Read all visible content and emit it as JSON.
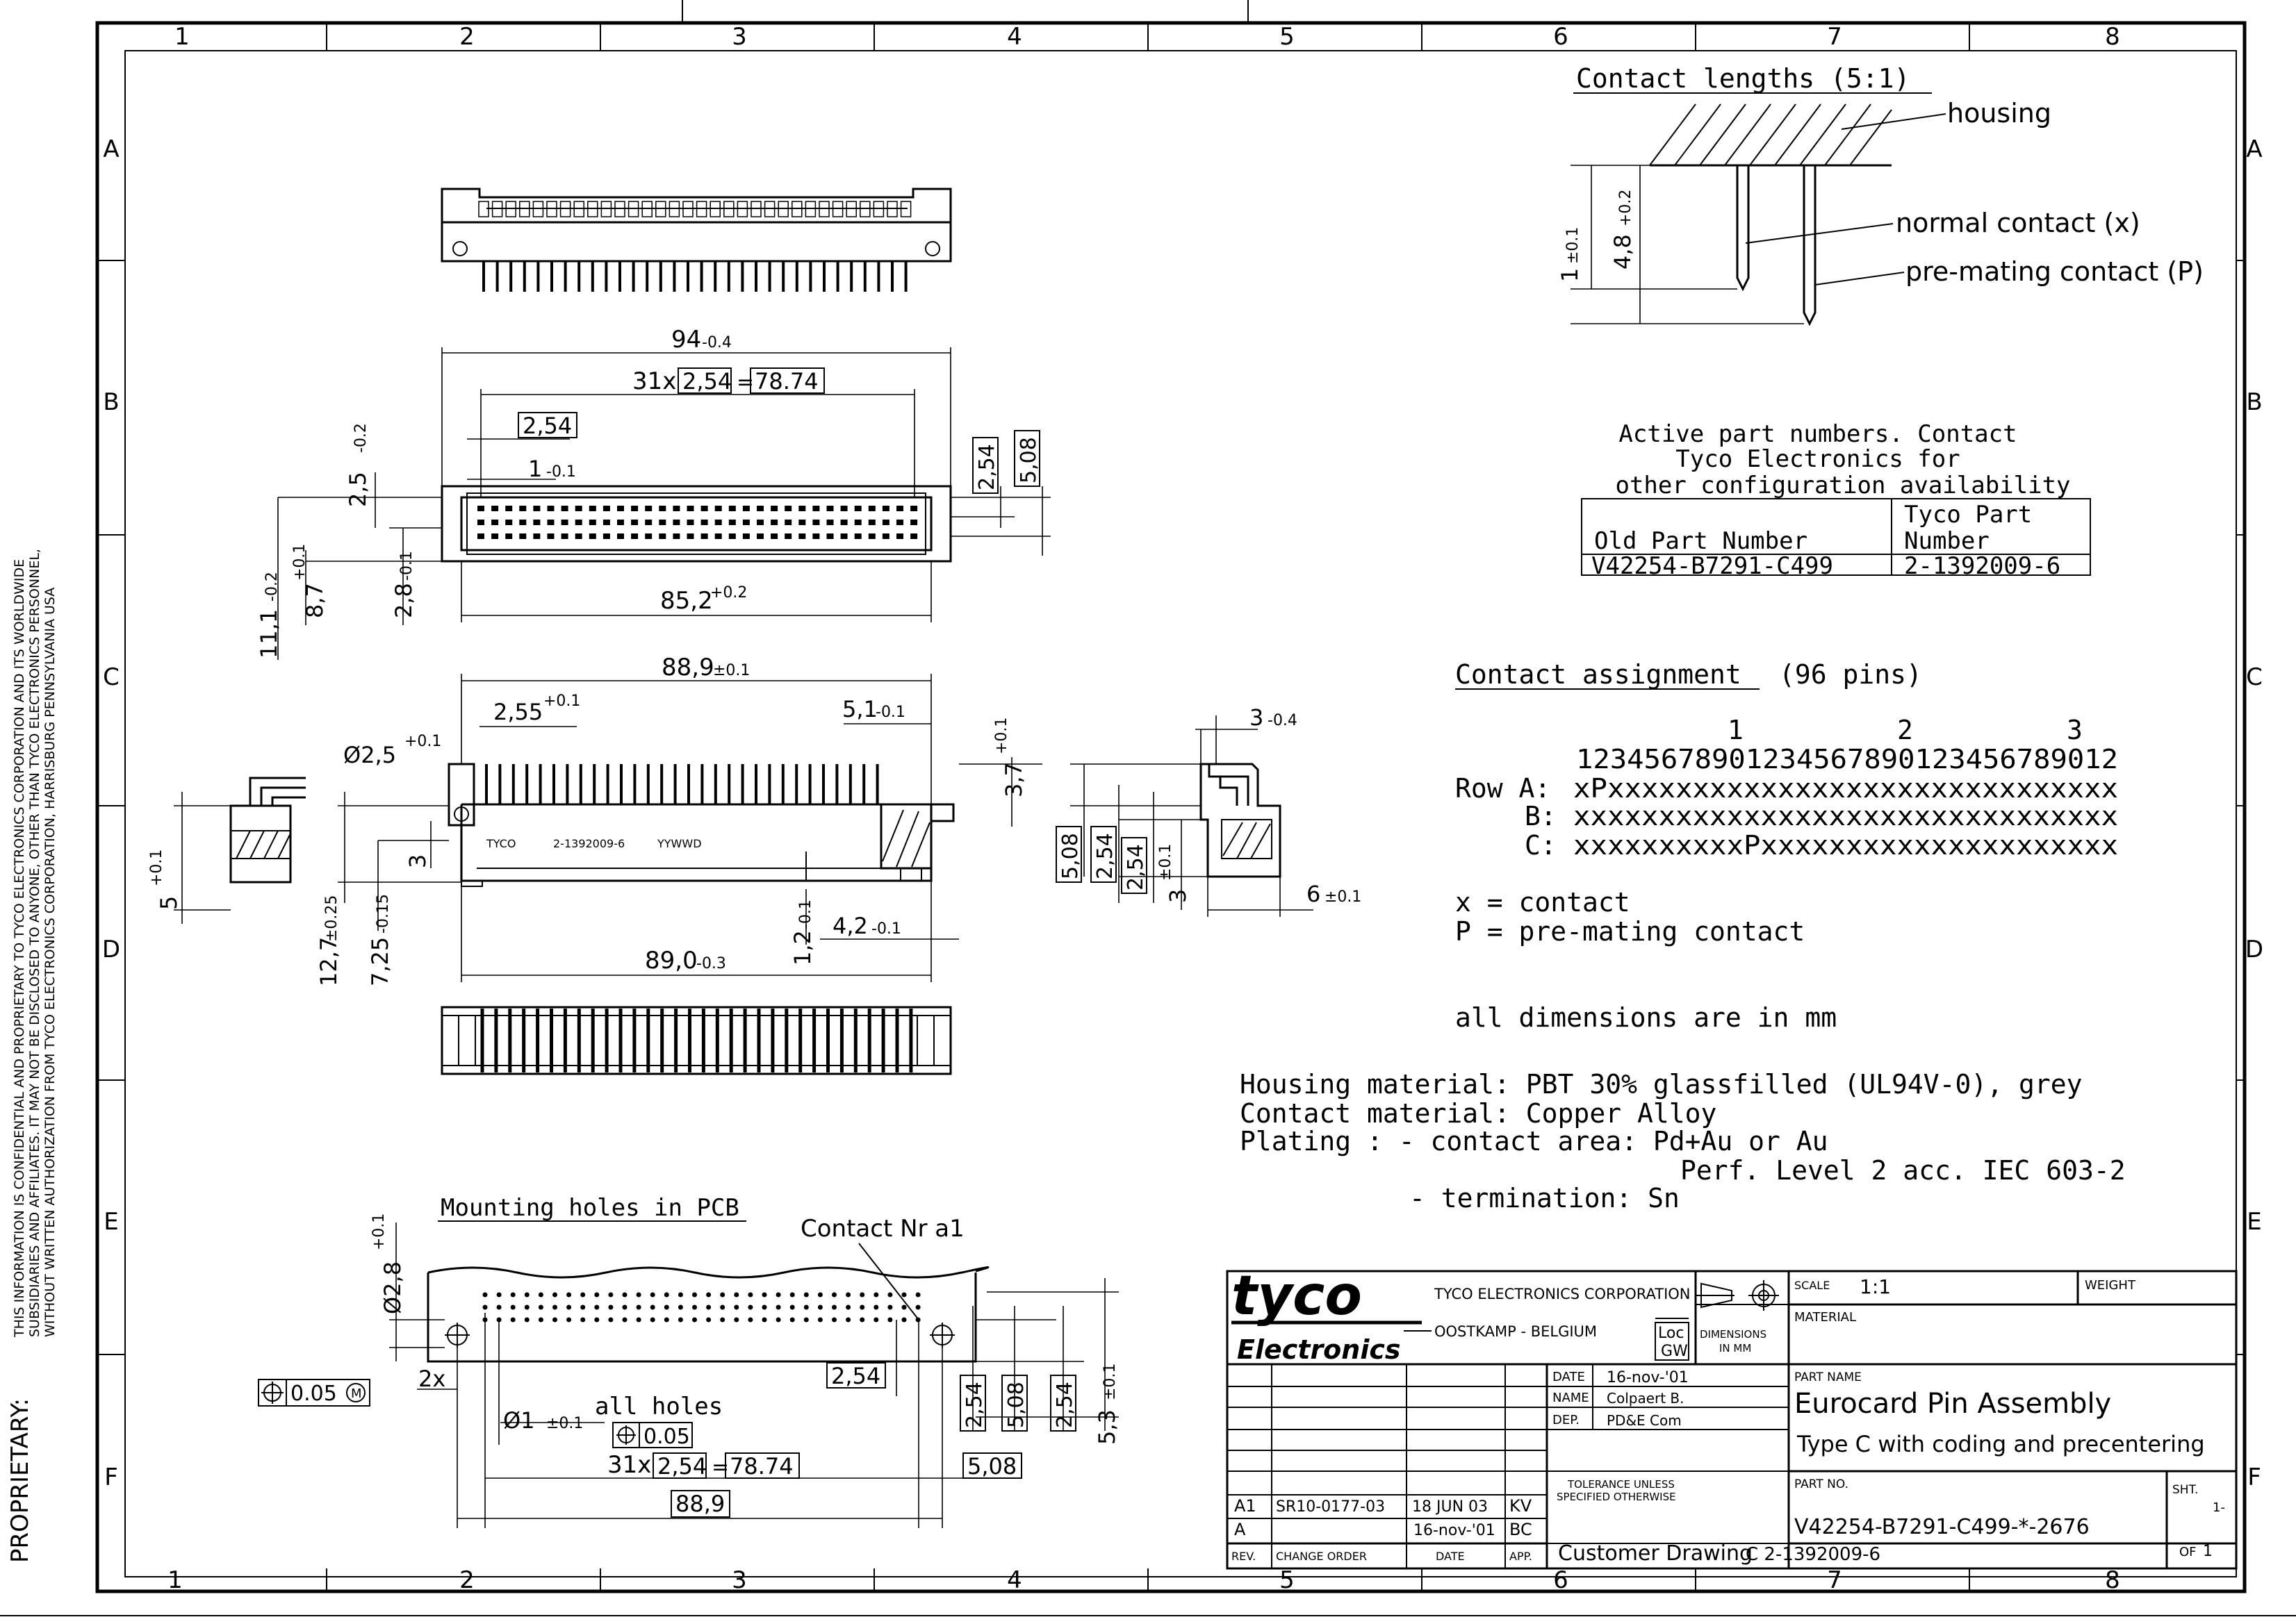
{
  "side_notice": {
    "line1": "THIS INFORMATION IS CONFIDENTIAL AND PROPRIETARY TO TYCO ELECTRONICS CORPORATION AND ITS WORLDWIDE",
    "line2": "SUBSIDIARIES AND AFFILIATES. IT MAY NOT BE DISCLOSED TO ANYONE, OTHER THAN TYCO ELECTRONICS PERSONNEL,",
    "line3": "WITHOUT WRITTEN AUTHORIZATION FROM TYCO ELECTRONICS CORPORATION, HARRISBURG PENNSYLVANIA USA",
    "proprietary": "PROPRIETARY:"
  },
  "grid": {
    "columns": [
      "1",
      "2",
      "3",
      "4",
      "5",
      "6",
      "7",
      "8"
    ],
    "rows": [
      "A",
      "B",
      "C",
      "D",
      "E",
      "F"
    ]
  },
  "contact_lengths": {
    "title": "Contact lengths (5:1)",
    "housing": "housing",
    "normal": "normal contact (x)",
    "premating": "pre-mating contact (P)",
    "dim_1": "1",
    "dim_1_tol": "±0.1",
    "dim_48": "4,8",
    "dim_48_tol": "+0.2"
  },
  "part_numbers": {
    "heading1": "Active part numbers. Contact",
    "heading2": "Tyco Electronics for",
    "heading3": "other configuration availability",
    "col_old": "Old Part Number",
    "col_tyco1": "Tyco Part",
    "col_tyco2": "Number",
    "row_old": "V42254-B7291-C499",
    "row_tyco": "2-1392009-6"
  },
  "assignment": {
    "title": "Contact assignment",
    "pins": "(96 pins)",
    "tens1": "1",
    "tens2": "2",
    "tens3": "3",
    "digits": "12345678901234567890123456789012",
    "row_a_label": "Row  A:",
    "row_a": "xPxxxxxxxxxxxxxxxxxxxxxxxxxxxxxx",
    "row_b_label": "B:",
    "row_b": "xxxxxxxxxxxxxxxxxxxxxxxxxxxxxxxx",
    "row_c_label": "C:",
    "row_c": "xxxxxxxxxxPxxxxxxxxxxxxxxxxxxxxx",
    "legend_x": "x = contact",
    "legend_p": "P = pre-mating contact",
    "units": "all dimensions are in mm"
  },
  "materials": {
    "housing": "Housing material: PBT 30% glassfilled (UL94V-0), grey",
    "contact": "Contact material: Copper Alloy",
    "plating1": "Plating : - contact area: Pd+Au or Au",
    "plating2": "Perf. Level 2 acc. IEC 603-2",
    "plating3": "- termination:  Sn"
  },
  "top_view": {
    "d94": "94",
    "d94_tol": "-0.4",
    "d31x": "31x",
    "d254": "2,54",
    "d7874": "78.74",
    "d254b": "2,54",
    "d25": "2,5",
    "d25_tol": "-0.2",
    "d1": "1",
    "d1_tol": "-0.1",
    "d111": "11,1",
    "d111_tol": "-0.2",
    "d87": "8,7",
    "d87_tol": "+0.1",
    "d28": "2,8",
    "d28_tol": "-0.1",
    "d852": "85,2",
    "d852_tol": "+0.2",
    "r254": "2,54",
    "r508": "5,08"
  },
  "front_view": {
    "d889": "88,9",
    "d889_tol": "±0.1",
    "d255": "2,55",
    "d255_tol": "+0.1",
    "d51": "5,1",
    "d51_tol": "-0.1",
    "dphi25": "Ø2,5",
    "dphi25_tol": "+0.1",
    "d37": "3,7",
    "d37_tol": "+0.1",
    "d3": "3",
    "d5": "5",
    "d5_tol": "+0.1",
    "d127": "12,7",
    "d127_tol": "±0.25",
    "d725": "7,25",
    "d725_tol": "-0.15",
    "d12": "1,2",
    "d12_tol": "-0.1",
    "d42": "4,2",
    "d42_tol": "-0.1",
    "d890": "89,0",
    "d890_tol": "-0.3",
    "mark1": "TYCO",
    "mark2": "2-1392009-6",
    "mark3": "YYWWD"
  },
  "side_view": {
    "d3": "3",
    "d3_tol": "-0.4",
    "d508": "5,08",
    "d254a": "2,54",
    "d254b": "2,54",
    "d3b": "3",
    "d3b_tol": "±0.1",
    "d6": "6",
    "d6_tol": "±0.1"
  },
  "pcb": {
    "title": "Mounting holes in PCB",
    "contact_a1": "Contact Nr a1",
    "dphi28": "Ø2,8",
    "dphi28_tol": "+0.1",
    "d2x": "2x",
    "tol_frame": "0.05",
    "all_holes": "all holes",
    "dphi1": "Ø1",
    "dphi1_tol": "±0.1",
    "hole_tol": "0.05",
    "d31x": "31x",
    "d254": "2,54",
    "d7874": "78.74",
    "d254r": "2,54",
    "d889": "88,9",
    "d508": "5,08",
    "v254a": "2,54",
    "v508": "5,08",
    "v254b": "2,54",
    "v53": "5,3",
    "v53_tol": "±0.1"
  },
  "title_block": {
    "logo_tyco": "tyco",
    "logo_electronics": "Electronics",
    "company": "TYCO ELECTRONICS CORPORATION",
    "location": "OOSTKAMP - BELGIUM",
    "loc": "Loc",
    "loc_code": "GW",
    "dimensions": "DIMENSIONS",
    "in_mm": "IN MM",
    "scale_label": "SCALE",
    "scale_value": "1:1",
    "weight_label": "WEIGHT",
    "material_label": "MATERIAL",
    "date_label": "DATE",
    "date_value": "16-nov-'01",
    "name_label": "NAME",
    "name_value": "Colpaert B.",
    "dep_label": "DEP.",
    "dep_value": "PD&E Com",
    "tolerance1": "TOLERANCE UNLESS",
    "tolerance2": "SPECIFIED OTHERWISE",
    "part_name_label": "PART NAME",
    "part_name": "Eurocard Pin Assembly",
    "part_desc": "Type C with coding and precentering",
    "part_no_label": "PART NO.",
    "part_no": "V42254-B7291-C499-*-2676",
    "sht_label": "SHT.",
    "sht_value": "1-",
    "of_label": "OF",
    "of_value": "1",
    "rev1": "A1",
    "change1": "SR10-0177-03",
    "date1": "18 JUN 03",
    "app1": "KV",
    "rev2": "A",
    "date2": "16-nov-'01",
    "app2": "BC",
    "h_rev": "REV.",
    "h_change": "CHANGE ORDER",
    "h_date": "DATE",
    "h_app": "APP.",
    "customer": "Customer Drawing",
    "customer_no": "C 2-1392009-6"
  }
}
